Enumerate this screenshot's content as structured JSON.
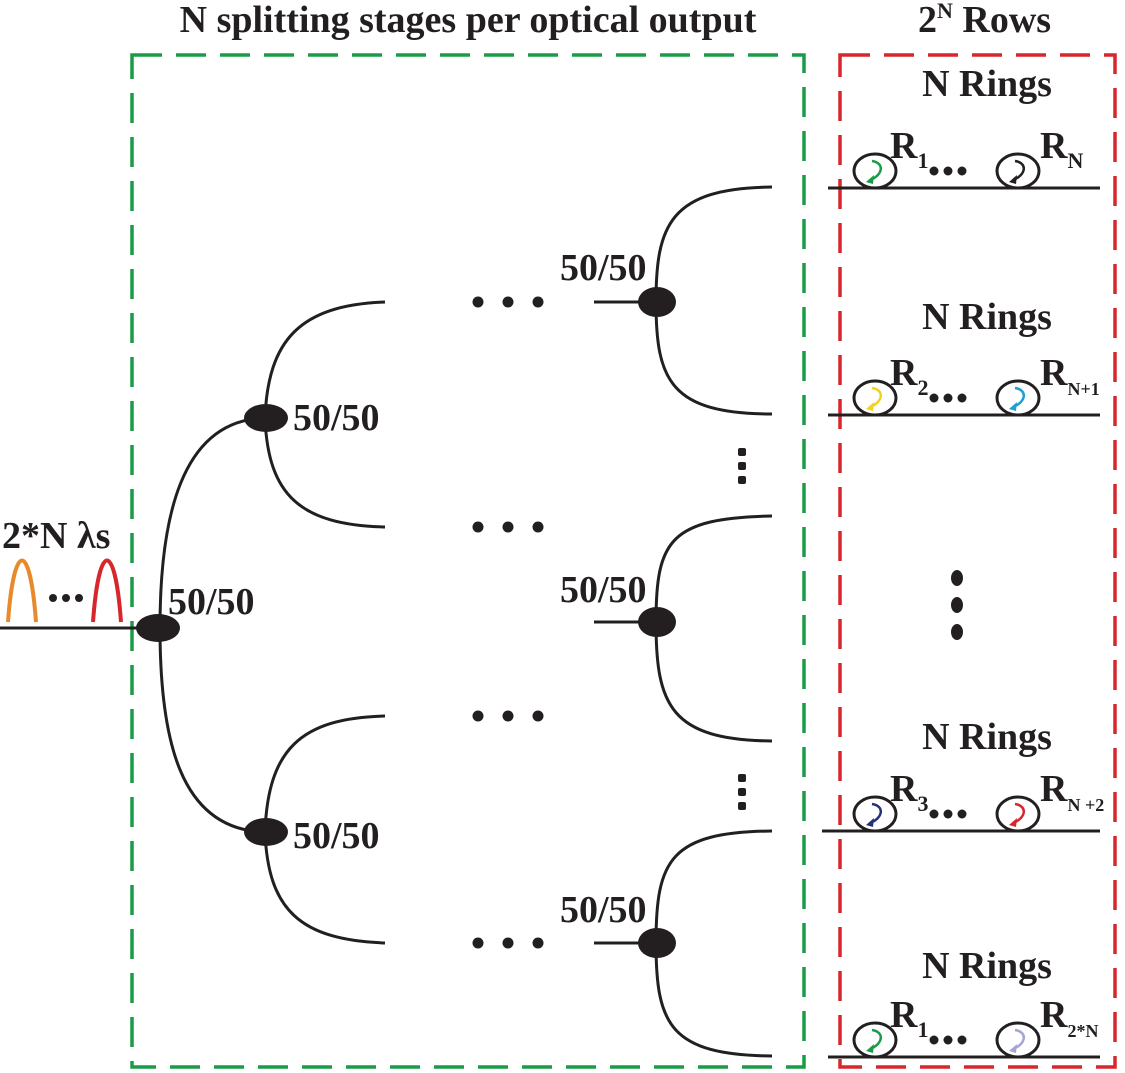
{
  "titles": {
    "splitter_box": "N splitting stages per optical output",
    "rows_box_base": "2",
    "rows_box_exp": "N",
    "rows_box_tail": " Rows"
  },
  "input": {
    "label": "2*N λs",
    "first_color": "#e8892c",
    "last_color": "#d7262c"
  },
  "splitters": {
    "ratio": "50/50"
  },
  "ring_rows": [
    {
      "heading": "N Rings",
      "first": {
        "base": "R",
        "sub": "1",
        "arrow_color": "#1a9b47"
      },
      "last": {
        "base": "R",
        "sub": "N",
        "arrow_color": "#231f20"
      }
    },
    {
      "heading": "N Rings",
      "first": {
        "base": "R",
        "sub": "2",
        "arrow_color": "#f2d21b"
      },
      "last": {
        "base": "R",
        "sub": "N+1",
        "arrow_color": "#1e9fd8"
      }
    },
    {
      "heading": "N Rings",
      "first": {
        "base": "R",
        "sub": "3",
        "arrow_color": "#27307a"
      },
      "last": {
        "base": "R",
        "sub": "N +2",
        "arrow_color": "#d7262c"
      }
    },
    {
      "heading": "N Rings",
      "first": {
        "base": "R",
        "sub": "1",
        "arrow_color": "#1a9b47"
      },
      "last": {
        "base": "R",
        "sub": "2*N",
        "arrow_color": "#a3a6d4"
      }
    }
  ],
  "colors": {
    "green_box": "#1a9b47",
    "red_box": "#d7262c",
    "ink": "#231f20"
  }
}
